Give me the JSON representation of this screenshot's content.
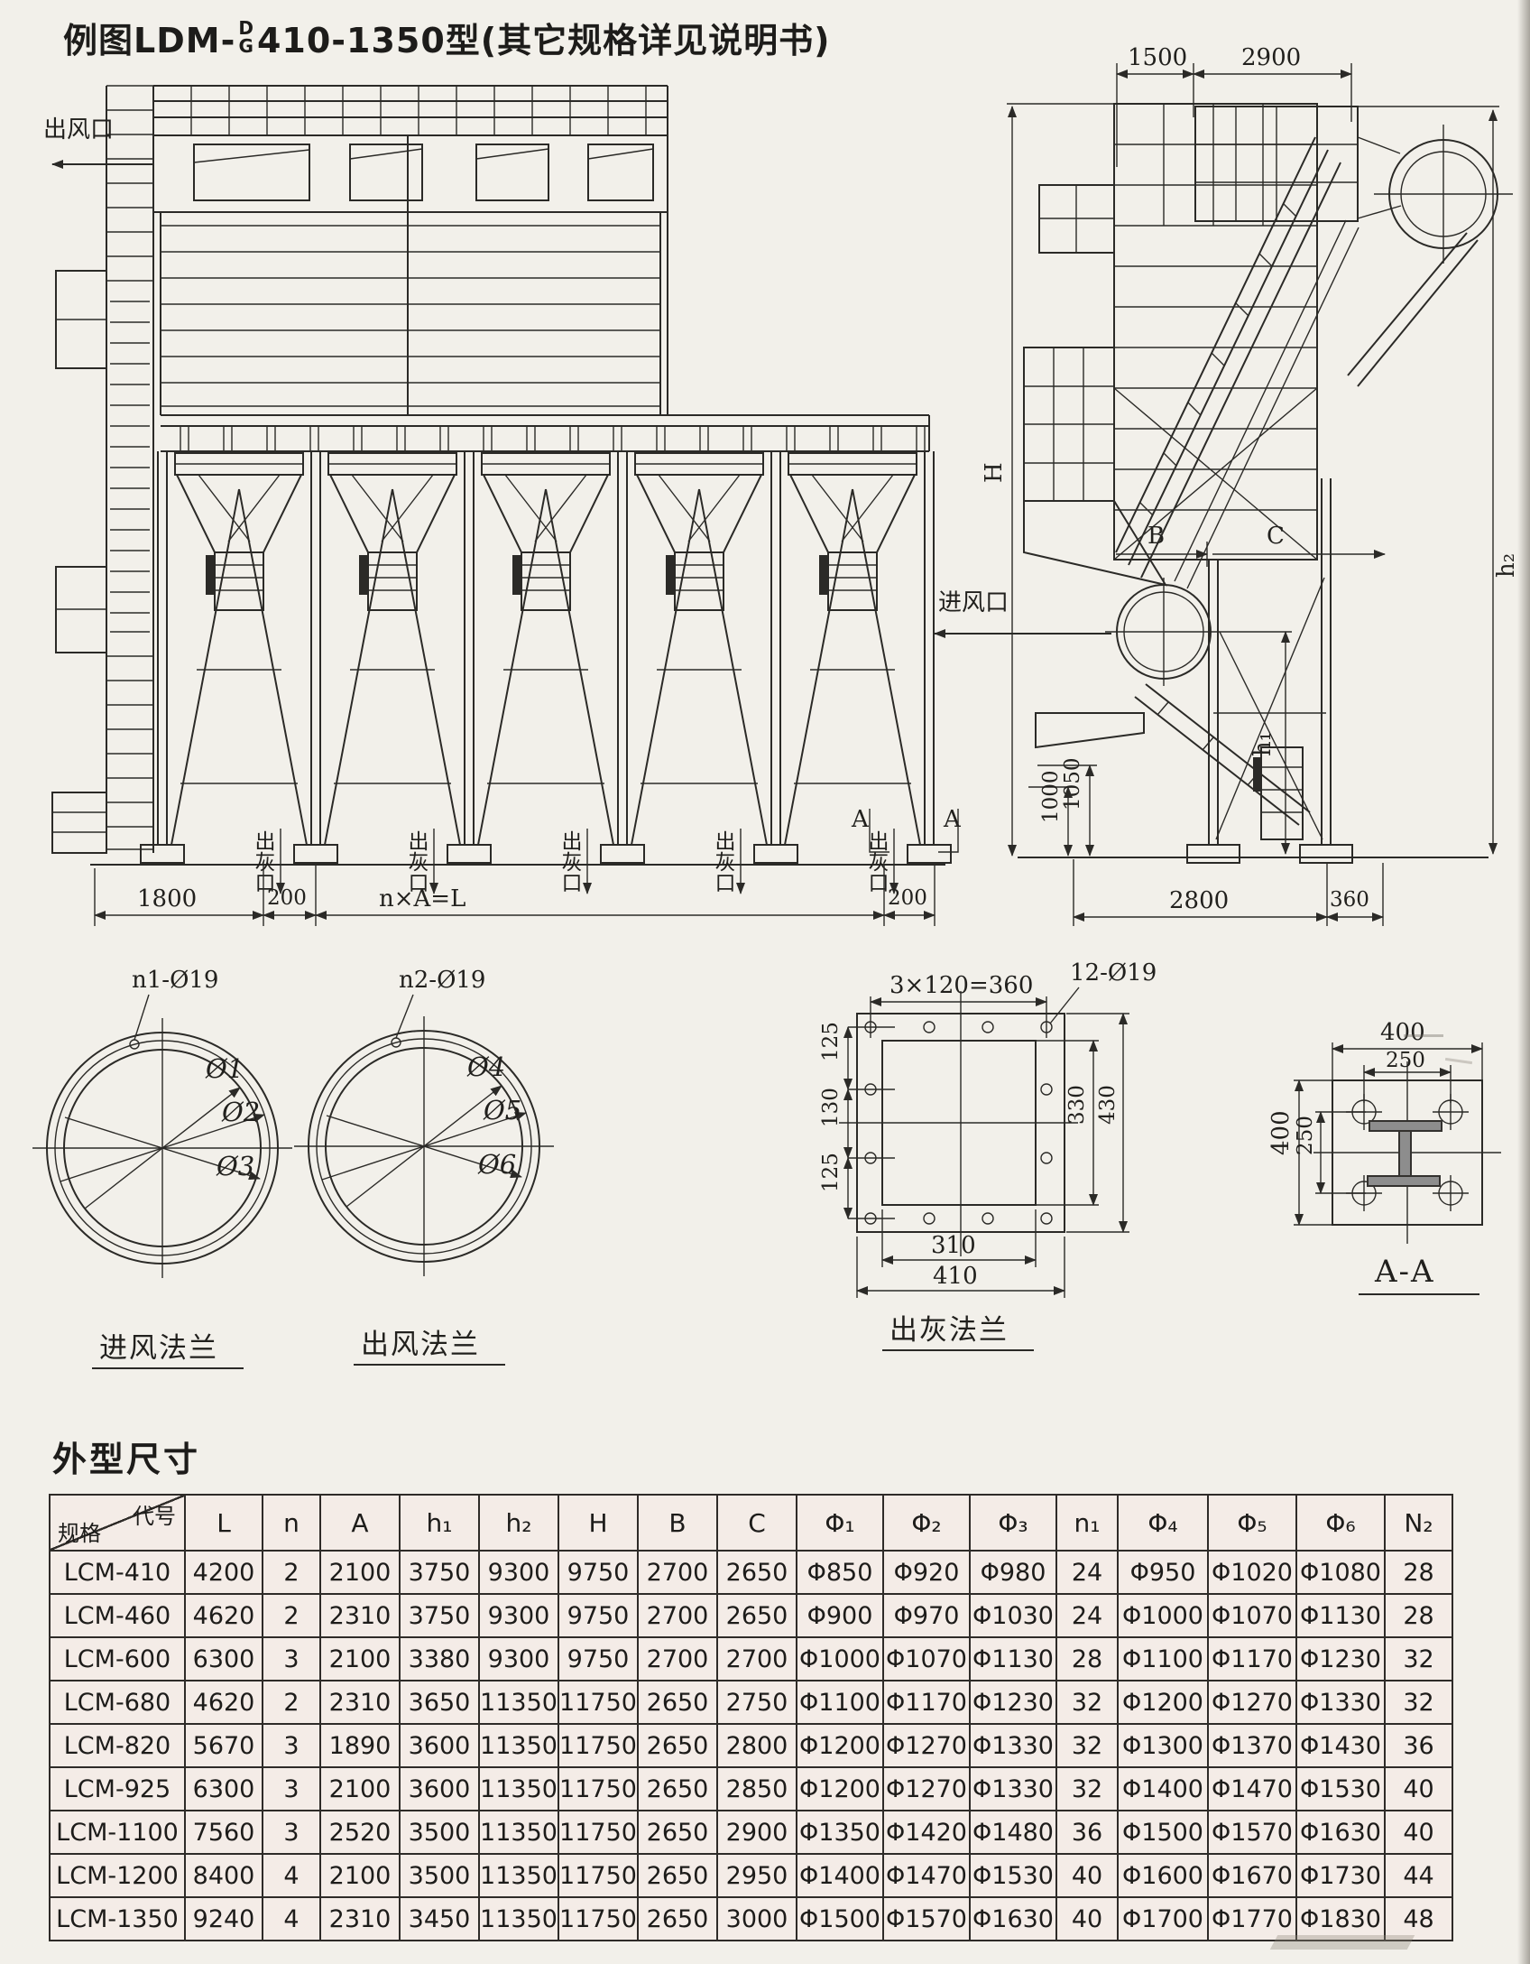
{
  "title": {
    "prefix": "例图LDM-",
    "stack_top": "D",
    "stack_bottom": "G",
    "suffix": "410-1350型(其它规格详见说明书)"
  },
  "front_view": {
    "air_outlet": "出风口",
    "air_inlet": "进风口",
    "ash_outlet": "出灰口",
    "dim_1800": "1800",
    "dim_200_left": "200",
    "dim_span": "n×A=L",
    "dim_200_right": "200",
    "section_mark": "A"
  },
  "side_view": {
    "dim_1500": "1500",
    "dim_2900": "2900",
    "dim_h": "H",
    "dim_h1": "h₁",
    "dim_h2": "h₂",
    "dim_b": "B",
    "dim_c": "C",
    "dim_1050": "1050",
    "dim_1000": "1000",
    "dim_2800": "2800",
    "dim_360": "360"
  },
  "flange_inlet": {
    "callout": "n1-Ø19",
    "d1": "Ø1",
    "d2": "Ø2",
    "d3": "Ø3",
    "label": "进风法兰"
  },
  "flange_outlet": {
    "callout": "n2-Ø19",
    "d4": "Ø4",
    "d5": "Ø5",
    "d6": "Ø6",
    "label": "出风法兰"
  },
  "flange_ash": {
    "dim_top": "3×120=360",
    "callout": "12-Ø19",
    "dim_125_top": "125",
    "dim_130": "130",
    "dim_125_bottom": "125",
    "dim_330": "330",
    "dim_430": "430",
    "dim_310": "310",
    "dim_410": "410",
    "label": "出灰法兰"
  },
  "section_aa": {
    "dim_400_top": "400",
    "dim_250_top": "250",
    "dim_400_left": "400",
    "dim_250_left": "250",
    "label": "A-A"
  },
  "table": {
    "title": "外型尺寸",
    "corner_top": "代号",
    "corner_bottom": "规格",
    "headers": [
      "L",
      "n",
      "A",
      "h₁",
      "h₂",
      "H",
      "B",
      "C",
      "Φ₁",
      "Φ₂",
      "Φ₃",
      "n₁",
      "Φ₄",
      "Φ₅",
      "Φ₆",
      "N₂"
    ],
    "rows": [
      [
        "LCM-410",
        "4200",
        "2",
        "2100",
        "3750",
        "9300",
        "9750",
        "2700",
        "2650",
        "Φ850",
        "Φ920",
        "Φ980",
        "24",
        "Φ950",
        "Φ1020",
        "Φ1080",
        "28"
      ],
      [
        "LCM-460",
        "4620",
        "2",
        "2310",
        "3750",
        "9300",
        "9750",
        "2700",
        "2650",
        "Φ900",
        "Φ970",
        "Φ1030",
        "24",
        "Φ1000",
        "Φ1070",
        "Φ1130",
        "28"
      ],
      [
        "LCM-600",
        "6300",
        "3",
        "2100",
        "3380",
        "9300",
        "9750",
        "2700",
        "2700",
        "Φ1000",
        "Φ1070",
        "Φ1130",
        "28",
        "Φ1100",
        "Φ1170",
        "Φ1230",
        "32"
      ],
      [
        "LCM-680",
        "4620",
        "2",
        "2310",
        "3650",
        "11350",
        "11750",
        "2650",
        "2750",
        "Φ1100",
        "Φ1170",
        "Φ1230",
        "32",
        "Φ1200",
        "Φ1270",
        "Φ1330",
        "32"
      ],
      [
        "LCM-820",
        "5670",
        "3",
        "1890",
        "3600",
        "11350",
        "11750",
        "2650",
        "2800",
        "Φ1200",
        "Φ1270",
        "Φ1330",
        "32",
        "Φ1300",
        "Φ1370",
        "Φ1430",
        "36"
      ],
      [
        "LCM-925",
        "6300",
        "3",
        "2100",
        "3600",
        "11350",
        "11750",
        "2650",
        "2850",
        "Φ1200",
        "Φ1270",
        "Φ1330",
        "32",
        "Φ1400",
        "Φ1470",
        "Φ1530",
        "40"
      ],
      [
        "LCM-1100",
        "7560",
        "3",
        "2520",
        "3500",
        "11350",
        "11750",
        "2650",
        "2900",
        "Φ1350",
        "Φ1420",
        "Φ1480",
        "36",
        "Φ1500",
        "Φ1570",
        "Φ1630",
        "40"
      ],
      [
        "LCM-1200",
        "8400",
        "4",
        "2100",
        "3500",
        "11350",
        "11750",
        "2650",
        "2950",
        "Φ1400",
        "Φ1470",
        "Φ1530",
        "40",
        "Φ1600",
        "Φ1670",
        "Φ1730",
        "44"
      ],
      [
        "LCM-1350",
        "9240",
        "4",
        "2310",
        "3450",
        "11350",
        "11750",
        "2650",
        "3000",
        "Φ1500",
        "Φ1570",
        "Φ1630",
        "40",
        "Φ1700",
        "Φ1770",
        "Φ1830",
        "48"
      ]
    ]
  },
  "colors": {
    "paper": "#f2f0ea",
    "ink": "#2b2a27",
    "table_tint": "#f4ece7",
    "ibeam_fill": "#8d8d8d"
  }
}
